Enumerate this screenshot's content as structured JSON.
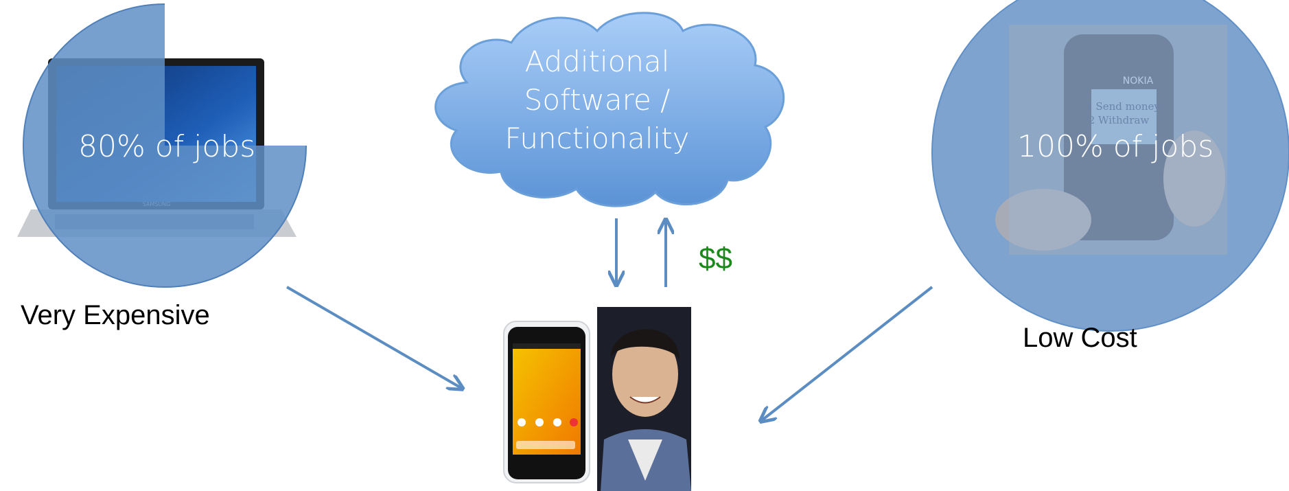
{
  "left_option": {
    "label": "80% of jobs",
    "caption": "Very Expensive"
  },
  "right_option": {
    "label": "100% of jobs",
    "caption": "Low Cost",
    "phone_brand": "NOKIA",
    "screen_lines": [
      "1 Send money",
      "2 Withdraw"
    ]
  },
  "cloud": {
    "lines": [
      "Additional",
      "Software /",
      "Functionality"
    ]
  },
  "payment": {
    "label": "$$"
  },
  "colors": {
    "circle": "#7fa3cf",
    "arrow": "#5b8dc2",
    "cloud": "#8bb4e8",
    "money": "#1a8a1a"
  }
}
